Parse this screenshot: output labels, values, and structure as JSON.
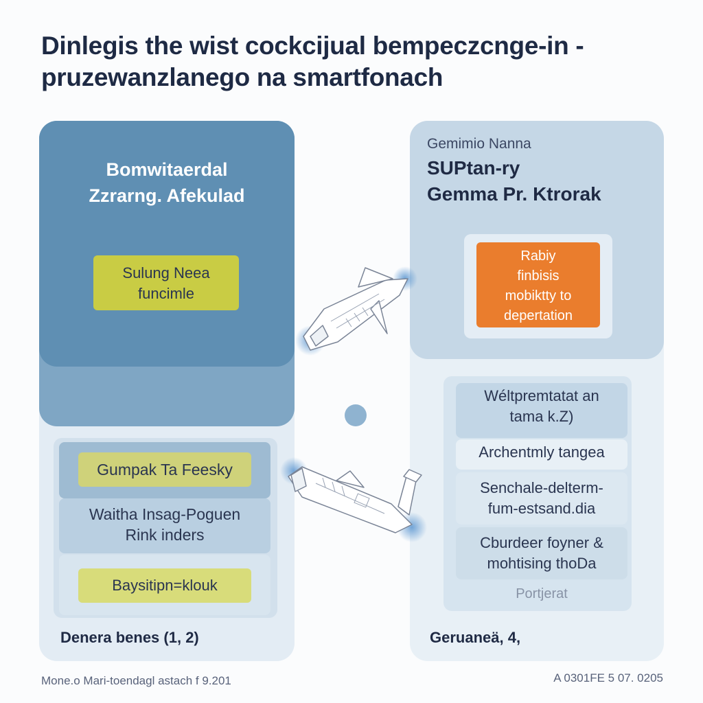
{
  "title": {
    "line1": "Dinlegis the wist cockcijual bempeczcnge-in -",
    "line2": "pruzewanzlanego na smartfonach"
  },
  "left_panel": {
    "heading_line1": "Bomwitaerdal",
    "heading_line2": "Zzrarng. Afekulad",
    "main_tag_line1": "Sulung Neea",
    "main_tag_line2": "funcimle",
    "rows": [
      {
        "text": "Gumpak Ta Feesky"
      },
      {
        "text_line1": "Waitha Insag-Poguen",
        "text_line2": "Rink inders"
      },
      {
        "text": "Baysitipn=klouk"
      }
    ],
    "footer": "Denera benes (1, 2)"
  },
  "right_panel": {
    "small_label": "Gemimio Nanna",
    "heading_line1": "SUPtan-ry",
    "heading_line2": "Gemma Pr. Ktrorak",
    "orange_box_lines": [
      "Rabiy",
      "finbisis",
      "mobiktty to",
      "depertation"
    ],
    "rows": [
      {
        "lines": [
          "Wéltpremtatat an",
          "tama k.Z)"
        ]
      },
      {
        "lines": [
          "Archentmly tangea"
        ]
      },
      {
        "lines": [
          "Senchale-delterm-",
          "fum-estsand.dia"
        ]
      },
      {
        "lines": [
          "Cburdeer foyner &",
          "mohtising thoDa"
        ]
      },
      {
        "lines": [
          "Portjerat"
        ]
      }
    ],
    "footer": "Geruaneä, 4,"
  },
  "footer": {
    "left": "Mone.o Mari-toendagl astach f 9.201",
    "right": "A 0301FE 5 07. 0205"
  },
  "colors": {
    "left_top": "#5f8fb3",
    "left_mid": "#7fa6c4",
    "yellow_tag": "#c9cc44",
    "orange_box": "#ea7d2d",
    "right_top": "#c5d7e6"
  },
  "icons": {
    "connector_upper": "rocket-sketch-icon",
    "connector_lower": "rocket-sketch-icon",
    "center_dot": "dot-icon"
  }
}
